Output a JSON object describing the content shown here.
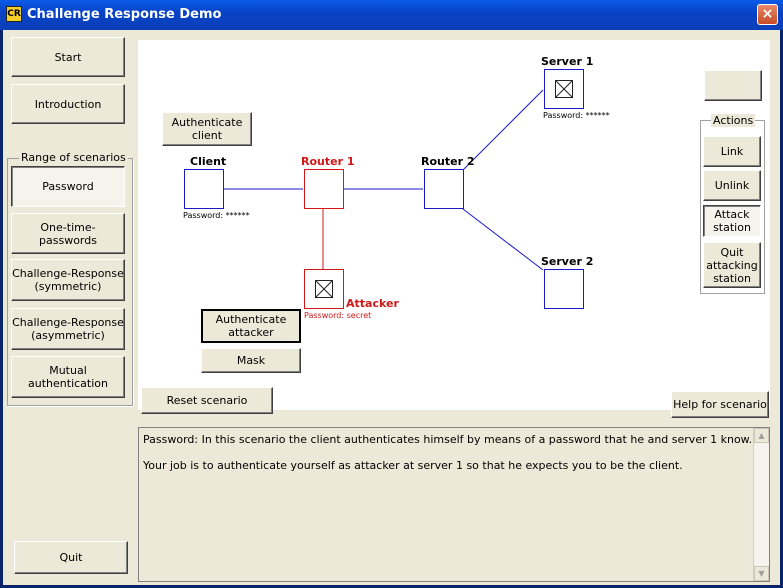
{
  "window": {
    "title": "Challenge Response Demo",
    "icon": "CR",
    "close_glyph": "×"
  },
  "nav": {
    "start": "Start",
    "introduction": "Introduction",
    "quit": "Quit"
  },
  "scenarios": {
    "group_label": "Range of scenarios",
    "items": [
      {
        "label": "Password",
        "selected": true
      },
      {
        "label": "One-time-passwords"
      },
      {
        "label": "Challenge-Response\n(symmetric)"
      },
      {
        "label": "Challenge-Response\n(asymmetric)"
      },
      {
        "label": "Mutual authentication"
      }
    ]
  },
  "network": {
    "authenticate_client": "Authenticate\nclient",
    "authenticate_attacker": "Authenticate\nattacker",
    "mask": "Mask",
    "client": {
      "label": "Client",
      "password": "Password: ******"
    },
    "router1": {
      "label": "Router 1"
    },
    "router2": {
      "label": "Router 2"
    },
    "server1": {
      "label": "Server 1",
      "password": "Password: ******"
    },
    "server2": {
      "label": "Server 2"
    },
    "attacker": {
      "label": "Attacker",
      "password": "Password: secret"
    }
  },
  "actions": {
    "group_label": "Actions",
    "blank_button": "",
    "link": "Link",
    "unlink": "Unlink",
    "attack_station": "Attack\nstation",
    "quit_attacking_station": "Quit\nattacking\nstation"
  },
  "footer": {
    "reset_scenario": "Reset scenario",
    "help_for_scenario": "Help for scenario"
  },
  "info": {
    "line1": "Password: In this scenario the client authenticates himself by means of a password that he and server 1 know.",
    "line2": "Your job is to authenticate yourself as attacker at server 1 so that he expects you to be the client."
  },
  "colors": {
    "node_blue": "#1a1ac8",
    "node_red": "#d01818",
    "title_bar": "#0a5ae8"
  }
}
